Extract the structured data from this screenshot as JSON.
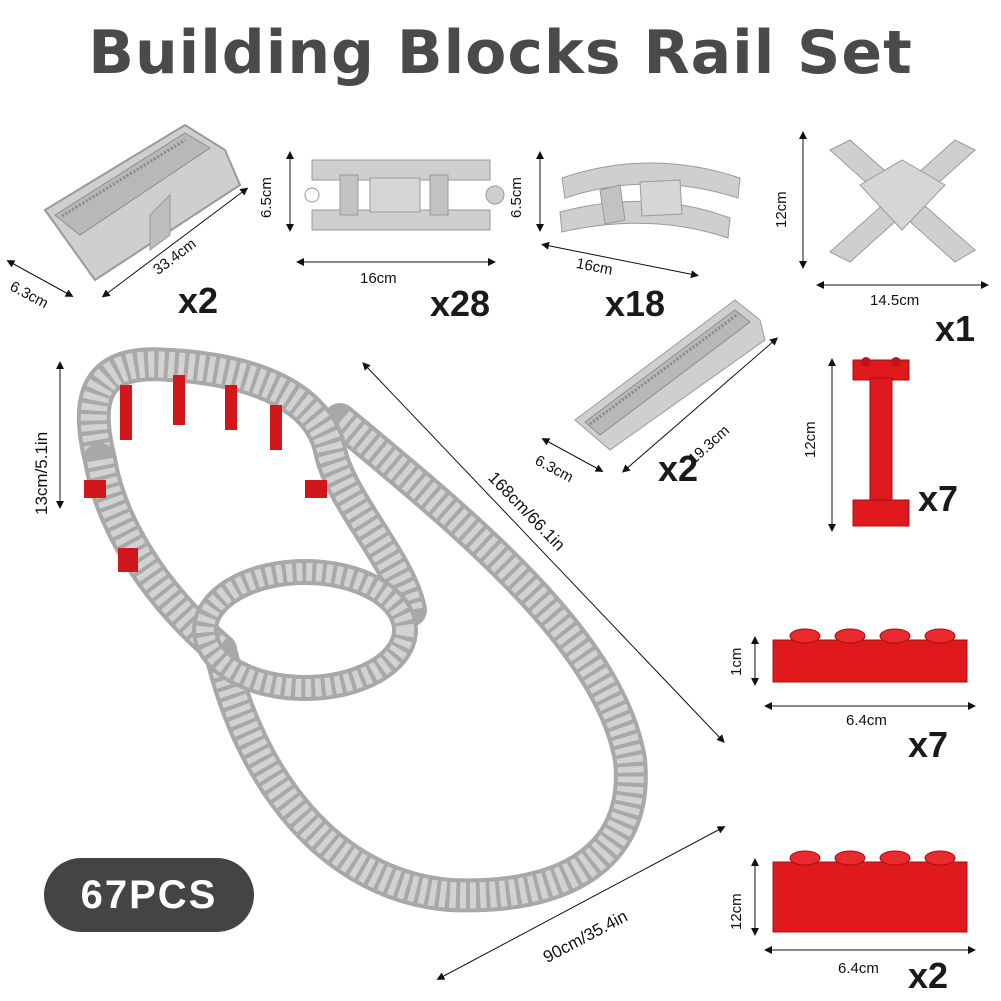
{
  "title": "Building Blocks Rail Set",
  "badge": "67PCS",
  "parts": {
    "ramp_large": {
      "width": "6.3cm",
      "length": "33.4cm",
      "qty": "x2"
    },
    "straight": {
      "height": "6.5cm",
      "length": "16cm",
      "qty": "x28"
    },
    "curve": {
      "height": "6.5cm",
      "length": "16cm",
      "qty": "x18"
    },
    "crossing": {
      "height": "12cm",
      "length": "14.5cm",
      "qty": "x1"
    },
    "ramp_small": {
      "width": "6.3cm",
      "length": "19.3cm",
      "qty": "x2"
    },
    "pillar": {
      "height": "12cm",
      "qty": "x7"
    },
    "brick_flat": {
      "height": "1cm",
      "length": "6.4cm",
      "qty": "x7"
    },
    "brick_tall": {
      "height": "12cm",
      "length": "6.4cm",
      "qty": "x2"
    }
  },
  "layout": {
    "height": "13cm/5.1in",
    "diagonal": "168cm/66.1in",
    "width": "90cm/35.4in"
  },
  "colors": {
    "track": "#c9c9c9",
    "track_dark": "#9a9a9a",
    "brick": "#e0191d",
    "title": "#4a4a4a"
  }
}
